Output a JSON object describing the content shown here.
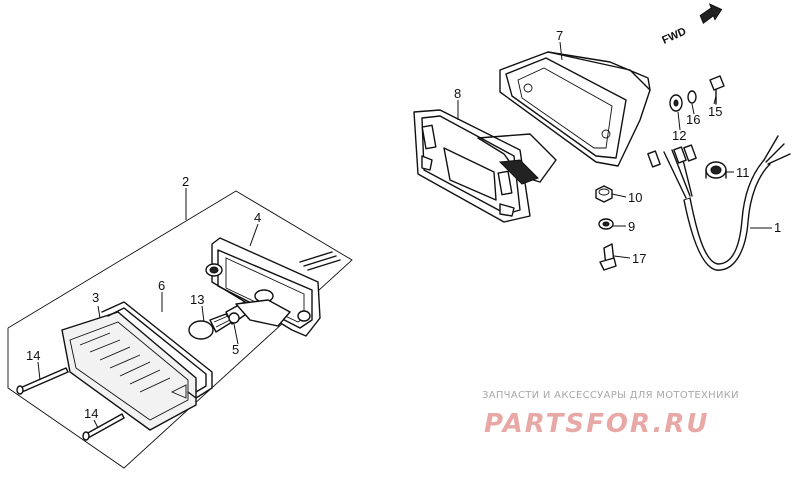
{
  "direction_label": "FWD",
  "callouts": {
    "c1": "1",
    "c2": "2",
    "c3": "3",
    "c4": "4",
    "c5": "5",
    "c6": "6",
    "c7": "7",
    "c8": "8",
    "c9": "9",
    "c10": "10",
    "c11": "11",
    "c12": "12",
    "c13": "13",
    "c14a": "14",
    "c14b": "14",
    "c15": "15",
    "c16": "16",
    "c17": "17"
  },
  "watermark": {
    "subtitle": "ЗАПЧАСТИ И АКСЕССУАРЫ ДЛЯ МОТОТЕХНИКИ",
    "brand": "PARTSFOR.RU"
  }
}
